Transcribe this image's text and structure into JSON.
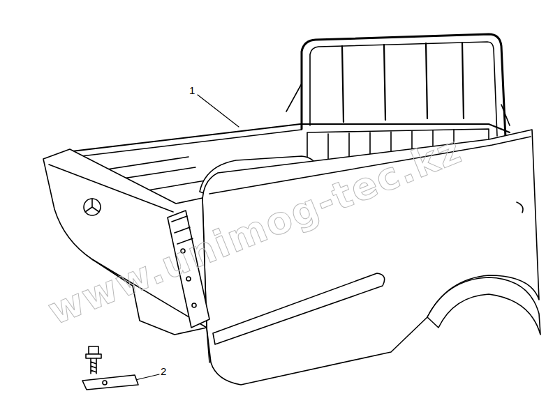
{
  "diagram": {
    "labels": [
      "1",
      "2",
      "www.unimog-tec.kz"
    ]
  }
}
